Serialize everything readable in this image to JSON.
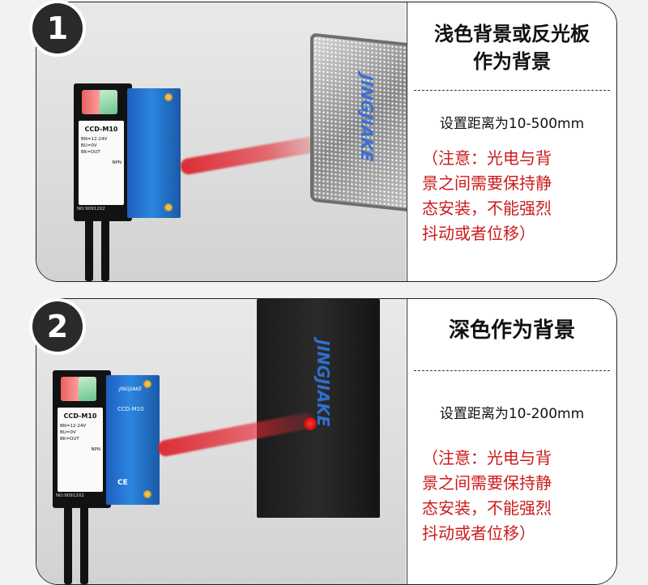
{
  "colors": {
    "note_red": "#cc1b1b",
    "sensor_blue": "#2c86e0",
    "badge_dark": "#2a2a2a"
  },
  "panel1": {
    "badge": "1",
    "heading_line1": "浅色背景或反光板",
    "heading_line2": "作为背景",
    "distance": "设置距离为10-500mm",
    "note_lines": [
      "（注意：光电与背",
      "景之间需要保持静",
      "态安装，不能强烈",
      "抖动或者位移）"
    ],
    "sensor": {
      "model": "CCD-M10",
      "spec_lines": [
        "BN=12-24V",
        "BU=0V",
        "BK=OUT"
      ],
      "type": "NPN",
      "serial": "NO:9091202"
    },
    "reflector_text": "JINGJIAKE"
  },
  "panel2": {
    "badge": "2",
    "heading": "深色作为背景",
    "distance": "设置距离为10-200mm",
    "note_lines": [
      "（注意：光电与背",
      "景之间需要保持静",
      "态安装，不能强烈",
      "抖动或者位移）"
    ],
    "sensor": {
      "brand": "JINGJIAKE",
      "model": "CCD-M10",
      "spec_lines": [
        "BN=12-24V",
        "BU=0V",
        "BK=OUT"
      ],
      "type": "NPN",
      "serial": "NO:9091202",
      "ce": "CE"
    },
    "board_text": "JINGJIAKE"
  }
}
